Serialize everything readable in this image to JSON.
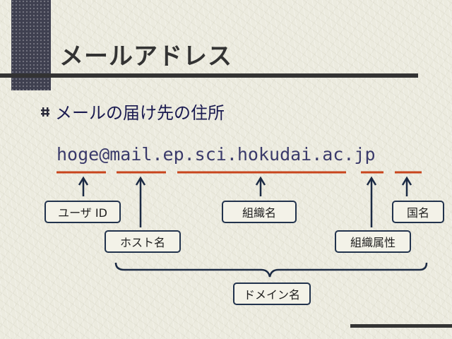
{
  "slide": {
    "title": "メールアドレス",
    "bullet": "メールの届け先の住所"
  },
  "address": {
    "text": "hoge@mail.ep.sci.hokudai.ac.jp"
  },
  "labels": {
    "user_id": "ユーザ ID",
    "host_name": "ホスト名",
    "org_name": "組織名",
    "org_attr": "組織属性",
    "country": "国名",
    "domain_name": "ドメイン名"
  },
  "colors": {
    "underline": "#c8441c",
    "connector": "#1b2a44",
    "title": "#333333",
    "bullet_text": "#1a1a50",
    "box_border": "#22334d"
  },
  "icons": {
    "bullet": "bullet-icon"
  }
}
